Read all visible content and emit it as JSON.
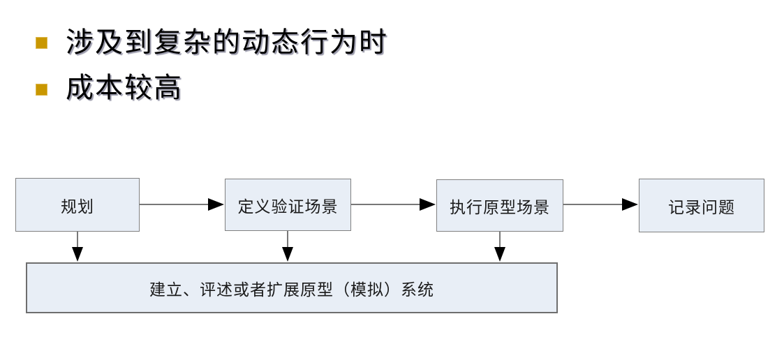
{
  "page": {
    "background_color": "#ffffff",
    "bullet_color": "#c99700",
    "box_fill_color": "#e8eef6",
    "box_border_color": "#808080",
    "arrow_color": "#000000"
  },
  "bullets": {
    "items": [
      {
        "text": "涉及到复杂的动态行为时"
      },
      {
        "text": "成本较高"
      }
    ]
  },
  "flowchart": {
    "boxes": [
      {
        "label": "规划"
      },
      {
        "label": "定义验证场景"
      },
      {
        "label": "执行原型场景"
      },
      {
        "label": "记录问题"
      }
    ],
    "bottom_box": {
      "label": "建立、评述或者扩展原型（模拟）系统"
    }
  }
}
